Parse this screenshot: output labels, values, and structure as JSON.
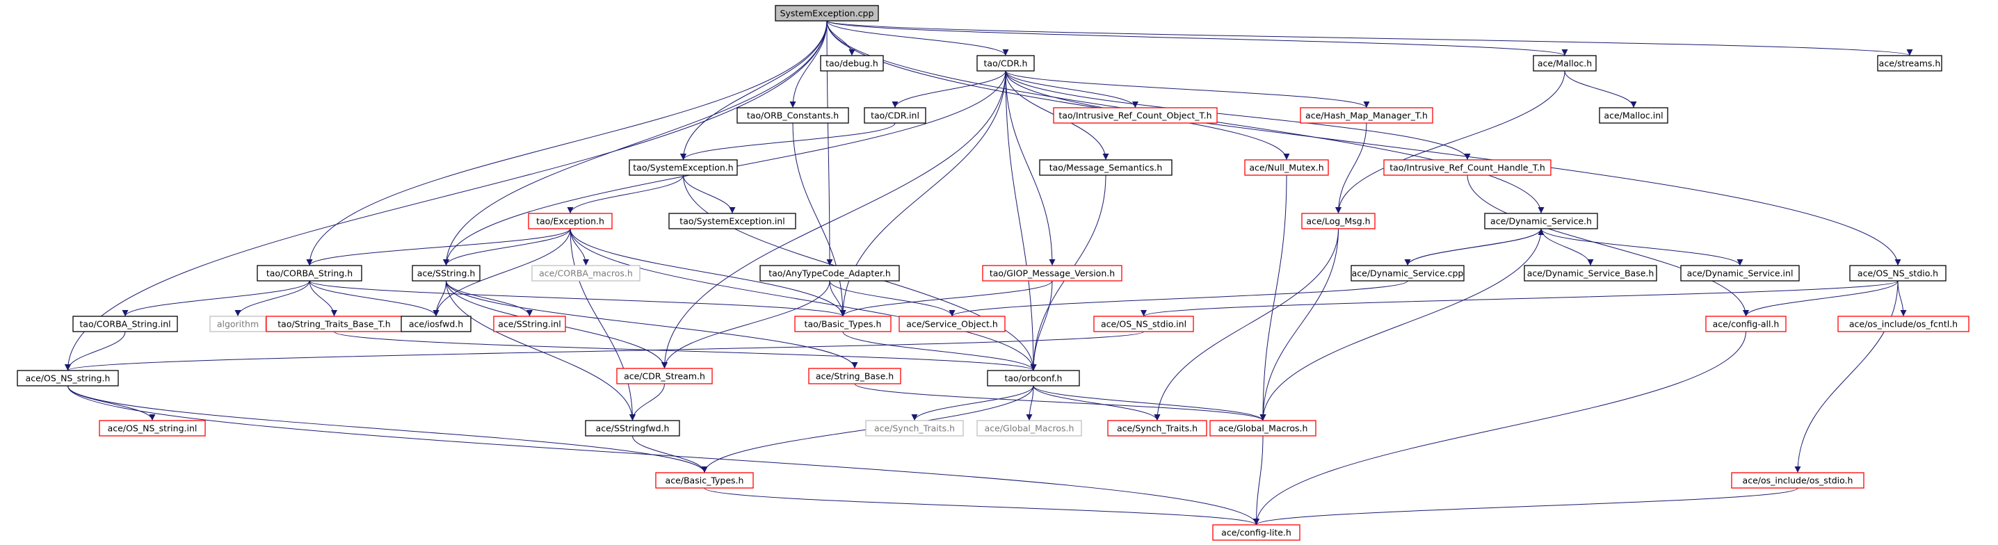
{
  "graph": {
    "colors": {
      "edge": "#191970",
      "normal_border": "#000000",
      "red_border": "#ff0000",
      "gray_border": "#bfbfbf",
      "root_fill": "#bfbfbf",
      "text": "#000000",
      "gray_text": "#7a7a7a"
    },
    "nodes": [
      {
        "id": "root",
        "label": "SystemException.cpp",
        "style": "root"
      },
      {
        "id": "debug",
        "label": "tao/debug.h",
        "style": "normal"
      },
      {
        "id": "cdr",
        "label": "tao/CDR.h",
        "style": "normal"
      },
      {
        "id": "malloc",
        "label": "ace/Malloc.h",
        "style": "normal"
      },
      {
        "id": "streams",
        "label": "ace/streams.h",
        "style": "normal"
      },
      {
        "id": "orbconst",
        "label": "tao/ORB_Constants.h",
        "style": "normal"
      },
      {
        "id": "cdrinl",
        "label": "tao/CDR.inl",
        "style": "normal"
      },
      {
        "id": "intrcount",
        "label": "tao/Intrusive_Ref_Count_Object_T.h",
        "style": "red"
      },
      {
        "id": "hashmap",
        "label": "ace/Hash_Map_Manager_T.h",
        "style": "red"
      },
      {
        "id": "mallocinl",
        "label": "ace/Malloc.inl",
        "style": "normal"
      },
      {
        "id": "sysexch",
        "label": "tao/SystemException.h",
        "style": "normal"
      },
      {
        "id": "msgsem",
        "label": "tao/Message_Semantics.h",
        "style": "normal"
      },
      {
        "id": "nullmutex",
        "label": "ace/Null_Mutex.h",
        "style": "red"
      },
      {
        "id": "intrhandle",
        "label": "tao/Intrusive_Ref_Count_Handle_T.h",
        "style": "red"
      },
      {
        "id": "exception",
        "label": "tao/Exception.h",
        "style": "red"
      },
      {
        "id": "sysexcinl",
        "label": "tao/SystemException.inl",
        "style": "normal"
      },
      {
        "id": "logmsg",
        "label": "ace/Log_Msg.h",
        "style": "red"
      },
      {
        "id": "dynservice",
        "label": "ace/Dynamic_Service.h",
        "style": "normal"
      },
      {
        "id": "corbastr",
        "label": "tao/CORBA_String.h",
        "style": "normal"
      },
      {
        "id": "sstring",
        "label": "ace/SString.h",
        "style": "normal"
      },
      {
        "id": "corbamacros",
        "label": "ace/CORBA_macros.h",
        "style": "gray"
      },
      {
        "id": "anytc",
        "label": "tao/AnyTypeCode_Adapter.h",
        "style": "normal"
      },
      {
        "id": "giop",
        "label": "tao/GIOP_Message_Version.h",
        "style": "red"
      },
      {
        "id": "dynservcpp",
        "label": "ace/Dynamic_Service.cpp",
        "style": "normal"
      },
      {
        "id": "dynservbase",
        "label": "ace/Dynamic_Service_Base.h",
        "style": "normal"
      },
      {
        "id": "dynservinl",
        "label": "ace/Dynamic_Service.inl",
        "style": "normal"
      },
      {
        "id": "osstdio",
        "label": "ace/OS_NS_stdio.h",
        "style": "normal"
      },
      {
        "id": "corbastrinl",
        "label": "tao/CORBA_String.inl",
        "style": "normal"
      },
      {
        "id": "algorithm",
        "label": "algorithm",
        "style": "gray"
      },
      {
        "id": "strtraits",
        "label": "tao/String_Traits_Base_T.h",
        "style": "red"
      },
      {
        "id": "iosfwd",
        "label": "ace/iosfwd.h",
        "style": "normal"
      },
      {
        "id": "sstringinl",
        "label": "ace/SString.inl",
        "style": "red"
      },
      {
        "id": "basictypes",
        "label": "tao/Basic_Types.h",
        "style": "red"
      },
      {
        "id": "serviceobj",
        "label": "ace/Service_Object.h",
        "style": "red"
      },
      {
        "id": "osstdioinl",
        "label": "ace/OS_NS_stdio.inl",
        "style": "red"
      },
      {
        "id": "configall",
        "label": "ace/config-all.h",
        "style": "red"
      },
      {
        "id": "osfcntl",
        "label": "ace/os_include/os_fcntl.h",
        "style": "red"
      },
      {
        "id": "osstring",
        "label": "ace/OS_NS_string.h",
        "style": "normal"
      },
      {
        "id": "cdrstream",
        "label": "ace/CDR_Stream.h",
        "style": "red"
      },
      {
        "id": "stringbase",
        "label": "ace/String_Base.h",
        "style": "red"
      },
      {
        "id": "orbconf",
        "label": "tao/orbconf.h",
        "style": "normal"
      },
      {
        "id": "osstringinl",
        "label": "ace/OS_NS_string.inl",
        "style": "red"
      },
      {
        "id": "sstringfwd",
        "label": "ace/SStringfwd.h",
        "style": "normal"
      },
      {
        "id": "synchtraits",
        "label": "ace/Synch_Traits.h",
        "style": "gray"
      },
      {
        "id": "globalmacros",
        "label": "ace/Global_Macros.h",
        "style": "gray"
      },
      {
        "id": "acesynchtraits",
        "label": "ace/Synch_Traits.h",
        "style": "red"
      },
      {
        "id": "aceglobalmacros",
        "label": "ace/Global_Macros.h",
        "style": "red"
      },
      {
        "id": "acebasictypes",
        "label": "ace/Basic_Types.h",
        "style": "red"
      },
      {
        "id": "osstdioos",
        "label": "ace/os_include/os_stdio.h",
        "style": "red"
      },
      {
        "id": "configlite",
        "label": "ace/config-lite.h",
        "style": "red"
      }
    ],
    "edges": [
      [
        "root",
        "debug"
      ],
      [
        "root",
        "cdr"
      ],
      [
        "root",
        "malloc"
      ],
      [
        "root",
        "streams"
      ],
      [
        "root",
        "orbconst"
      ],
      [
        "root",
        "sysexch"
      ],
      [
        "root",
        "corbastr"
      ],
      [
        "root",
        "sstring"
      ],
      [
        "root",
        "anytc"
      ],
      [
        "root",
        "osstring"
      ],
      [
        "root",
        "dynservice"
      ],
      [
        "root",
        "osstdio"
      ],
      [
        "cdr",
        "cdrinl"
      ],
      [
        "cdr",
        "intrcount"
      ],
      [
        "cdr",
        "hashmap"
      ],
      [
        "cdr",
        "msgsem"
      ],
      [
        "cdr",
        "nullmutex"
      ],
      [
        "cdr",
        "intrhandle"
      ],
      [
        "cdr",
        "giop"
      ],
      [
        "cdr",
        "basictypes"
      ],
      [
        "cdr",
        "orbconf"
      ],
      [
        "cdr",
        "sstring"
      ],
      [
        "cdr",
        "cdrstream"
      ],
      [
        "malloc",
        "mallocinl"
      ],
      [
        "malloc",
        "logmsg"
      ],
      [
        "orbconst",
        "basictypes"
      ],
      [
        "cdrinl",
        "sysexch"
      ],
      [
        "hashmap",
        "logmsg"
      ],
      [
        "sysexch",
        "exception"
      ],
      [
        "sysexch",
        "sysexcinl"
      ],
      [
        "sysexch",
        "orbconf"
      ],
      [
        "msgsem",
        "orbconf"
      ],
      [
        "nullmutex",
        "aceglobalmacros"
      ],
      [
        "intrhandle",
        "configall"
      ],
      [
        "exception",
        "corbastr"
      ],
      [
        "exception",
        "sstring"
      ],
      [
        "exception",
        "corbamacros"
      ],
      [
        "exception",
        "basictypes"
      ],
      [
        "exception",
        "iosfwd"
      ],
      [
        "exception",
        "sstringfwd"
      ],
      [
        "exception",
        "orbconf"
      ],
      [
        "logmsg",
        "aceglobalmacros"
      ],
      [
        "logmsg",
        "acesynchtraits"
      ],
      [
        "dynservice",
        "dynservcpp"
      ],
      [
        "dynservice",
        "dynservbase"
      ],
      [
        "dynservice",
        "dynservinl"
      ],
      [
        "dynservice",
        "aceglobalmacros"
      ],
      [
        "dynservcpp",
        "dynservice"
      ],
      [
        "dynservcpp",
        "serviceobj"
      ],
      [
        "corbastr",
        "corbastrinl"
      ],
      [
        "corbastr",
        "algorithm"
      ],
      [
        "corbastr",
        "strtraits"
      ],
      [
        "corbastr",
        "iosfwd"
      ],
      [
        "corbastr",
        "basictypes"
      ],
      [
        "sstring",
        "iosfwd"
      ],
      [
        "sstring",
        "sstringinl"
      ],
      [
        "sstring",
        "stringbase"
      ],
      [
        "sstring",
        "sstringfwd"
      ],
      [
        "sstring",
        "cdrstream"
      ],
      [
        "anytc",
        "basictypes"
      ],
      [
        "anytc",
        "serviceobj"
      ],
      [
        "anytc",
        "cdrstream"
      ],
      [
        "giop",
        "basictypes"
      ],
      [
        "giop",
        "orbconf"
      ],
      [
        "osstdio",
        "osstdioinl"
      ],
      [
        "osstdio",
        "configall"
      ],
      [
        "osstdio",
        "osfcntl"
      ],
      [
        "osstdio",
        "osstdioos"
      ],
      [
        "osstdioinl",
        "osstring"
      ],
      [
        "corbastrinl",
        "osstring"
      ],
      [
        "strtraits",
        "orbconf"
      ],
      [
        "basictypes",
        "orbconf"
      ],
      [
        "configall",
        "configlite"
      ],
      [
        "osstring",
        "osstringinl"
      ],
      [
        "osstring",
        "acebasictypes"
      ],
      [
        "osstring",
        "configlite"
      ],
      [
        "cdrstream",
        "sstringfwd"
      ],
      [
        "stringbase",
        "aceglobalmacros"
      ],
      [
        "orbconf",
        "synchtraits"
      ],
      [
        "orbconf",
        "globalmacros"
      ],
      [
        "orbconf",
        "acesynchtraits"
      ],
      [
        "orbconf",
        "aceglobalmacros"
      ],
      [
        "orbconf",
        "acebasictypes"
      ],
      [
        "sstringfwd",
        "acebasictypes"
      ],
      [
        "acebasictypes",
        "configlite"
      ],
      [
        "aceglobalmacros",
        "configlite"
      ],
      [
        "osstdioos",
        "configlite"
      ]
    ]
  }
}
